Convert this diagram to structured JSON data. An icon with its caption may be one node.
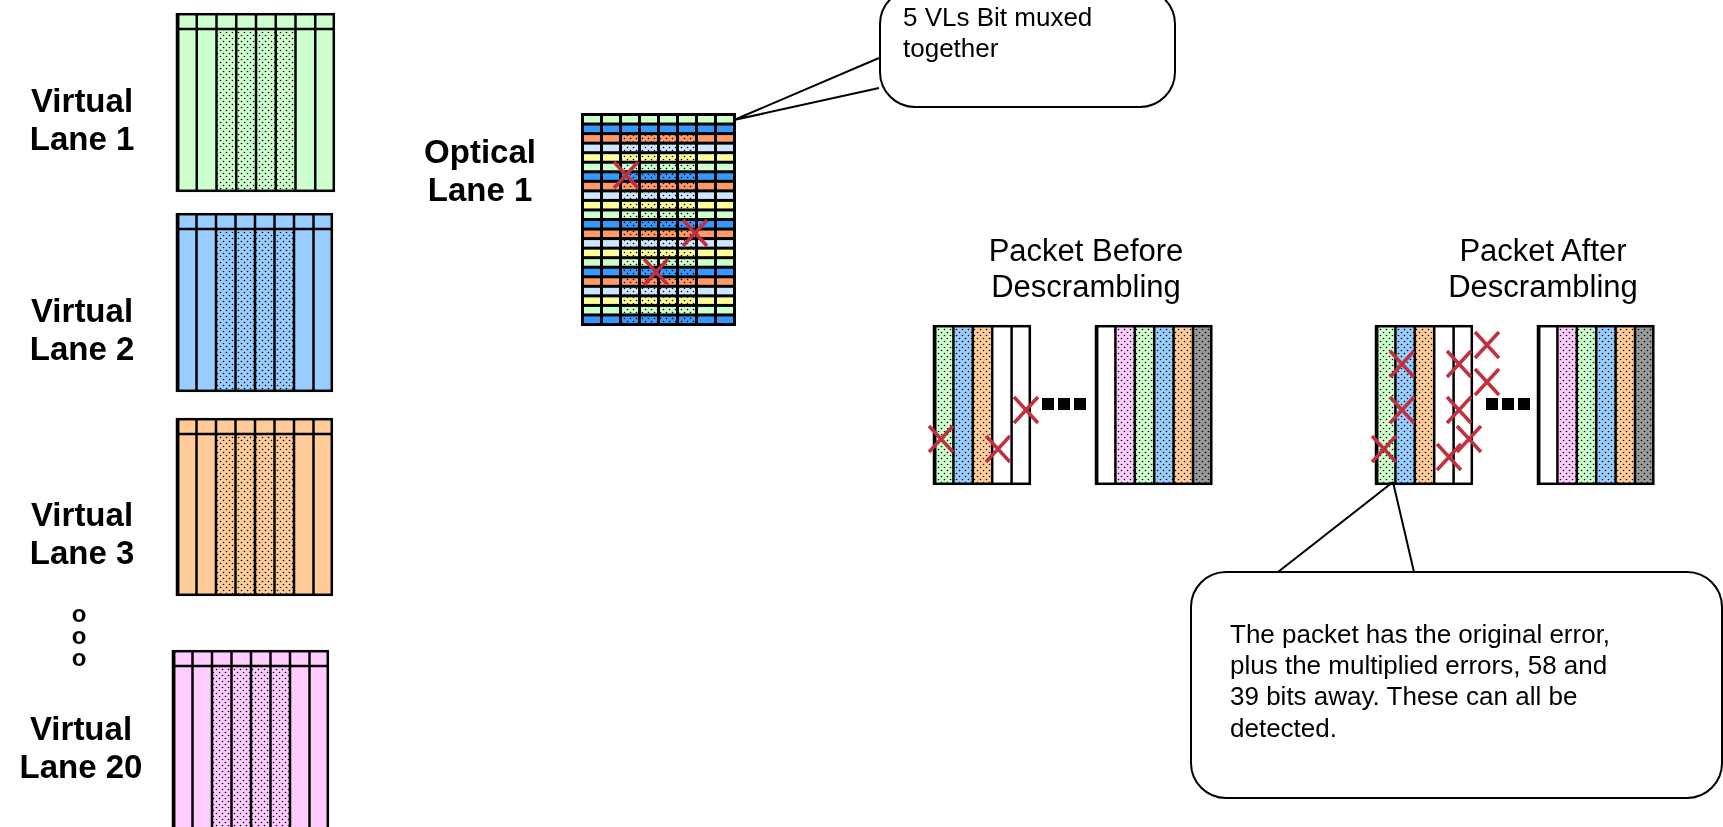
{
  "diagram": {
    "nodes": [
      {
        "text": [
          "5 VLs Bit muxed together"
        ]
      },
      {
        "text": [],
        "shape": "picture"
      },
      {
        "text": [],
        "shape": "picture"
      },
      {
        "text": [
          "The packet has the original error, plus the multiplied errors, 58 and 39 bits away. These can all be detected."
        ]
      }
    ],
    "edges": [
      {
        "from": 0,
        "to": 1,
        "arrow": "none"
      },
      {
        "from": 3,
        "to": 2,
        "arrow": "none"
      }
    ],
    "labels": [
      "Virtual Lane 1",
      "Virtual Lane 2",
      "Virtual Lane 3",
      "o",
      "o",
      "o",
      "Virtual Lane 20",
      "Optical Lane 1",
      "Packet Before Descrambling",
      "Packet After Descrambling"
    ]
  }
}
